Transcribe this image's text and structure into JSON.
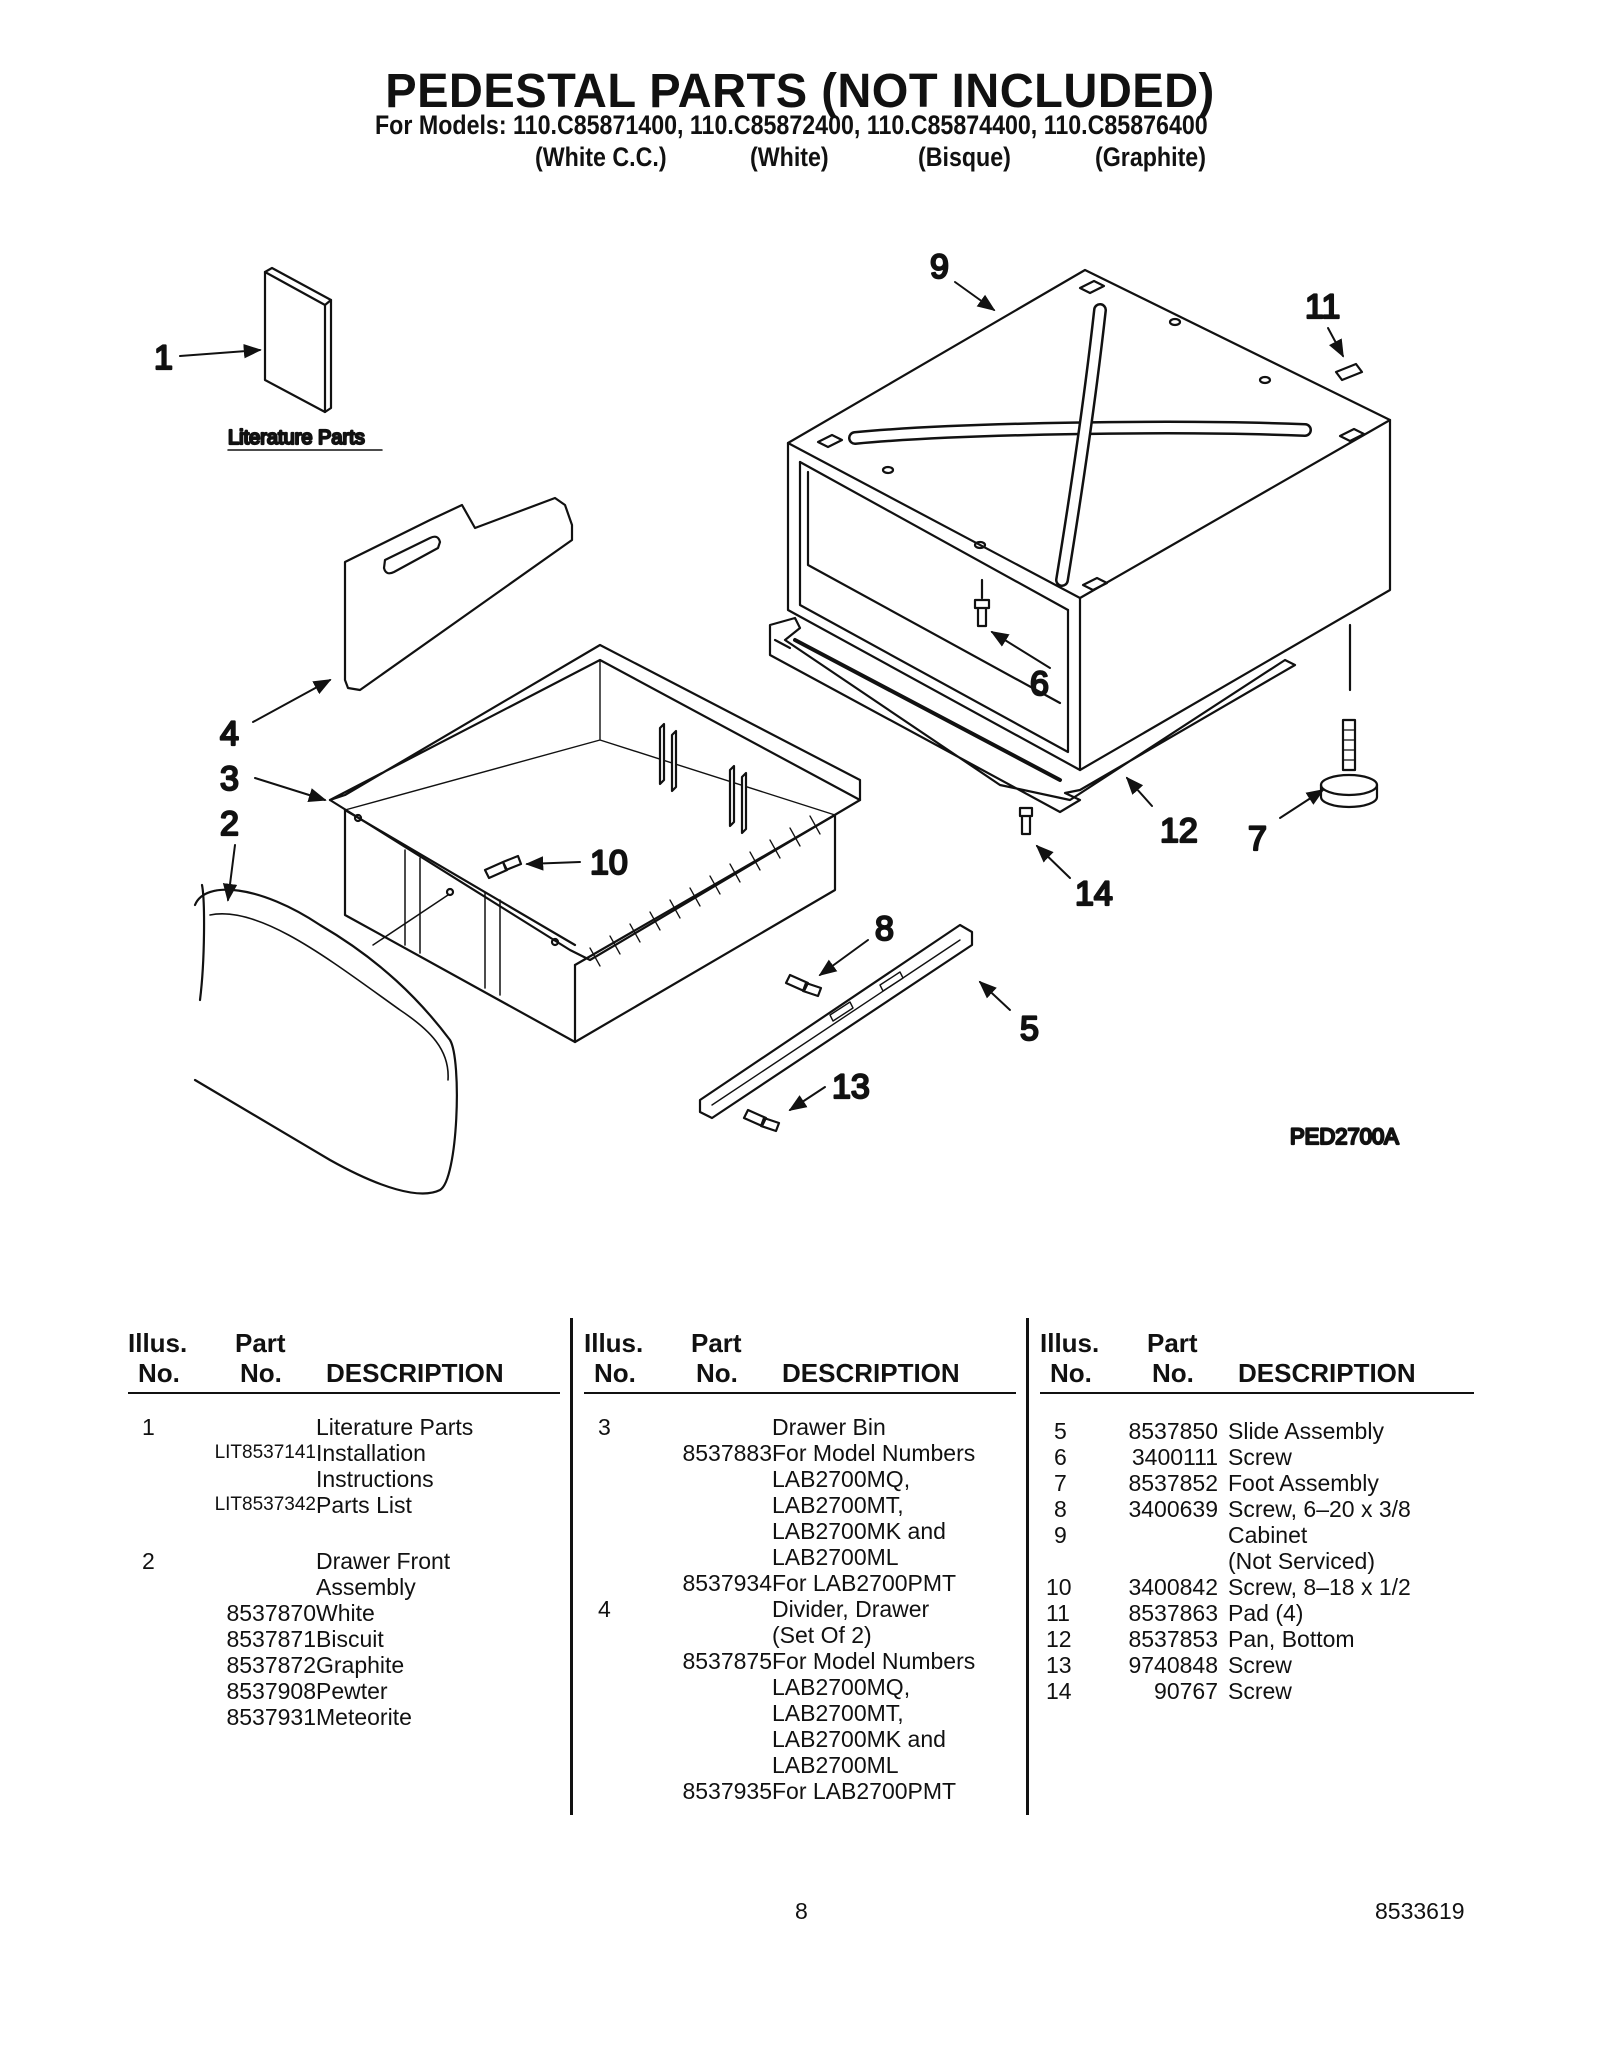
{
  "header": {
    "title": "PEDESTAL PARTS (NOT INCLUDED)",
    "models": "For Models: 110.C85871400, 110.C85872400, 110.C85874400, 110.C85876400",
    "variants": [
      "(White C.C.)",
      "(White)",
      "(Bisque)",
      "(Graphite)"
    ]
  },
  "diagram": {
    "callouts": [
      "1",
      "2",
      "3",
      "4",
      "5",
      "6",
      "7",
      "8",
      "9",
      "10",
      "11",
      "12",
      "13",
      "14"
    ],
    "literature_label": "Literature Parts",
    "figure_code": "PED2700A"
  },
  "table": {
    "headers": {
      "illus": [
        "Illus.",
        "No."
      ],
      "part": [
        "Part",
        "No."
      ],
      "desc": "DESCRIPTION"
    },
    "columns": [
      [
        [
          "1",
          "",
          "Literature Parts"
        ],
        [
          "",
          "LIT8537141",
          "Installation"
        ],
        [
          "",
          "",
          "Instructions"
        ],
        [
          "",
          "LIT8537342",
          "Parts List"
        ],
        [
          "2",
          "",
          "Drawer Front"
        ],
        [
          "",
          "",
          "Assembly"
        ],
        [
          "",
          "8537870",
          "White"
        ],
        [
          "",
          "8537871",
          "Biscuit"
        ],
        [
          "",
          "8537872",
          "Graphite"
        ],
        [
          "",
          "8537908",
          "Pewter"
        ],
        [
          "",
          "8537931",
          "Meteorite"
        ]
      ],
      [
        [
          "3",
          "",
          "Drawer Bin"
        ],
        [
          "",
          "8537883",
          "For Model Numbers"
        ],
        [
          "",
          "",
          "LAB2700MQ,"
        ],
        [
          "",
          "",
          "LAB2700MT,"
        ],
        [
          "",
          "",
          "LAB2700MK and"
        ],
        [
          "",
          "",
          "LAB2700ML"
        ],
        [
          "",
          "8537934",
          "For LAB2700PMT"
        ],
        [
          "4",
          "",
          "Divider, Drawer"
        ],
        [
          "",
          "",
          "(Set Of 2)"
        ],
        [
          "",
          "8537875",
          "For Model Numbers"
        ],
        [
          "",
          "",
          "LAB2700MQ,"
        ],
        [
          "",
          "",
          "LAB2700MT,"
        ],
        [
          "",
          "",
          "LAB2700MK and"
        ],
        [
          "",
          "",
          "LAB2700ML"
        ],
        [
          "",
          "8537935",
          "For LAB2700PMT"
        ]
      ],
      [
        [
          "5",
          "8537850",
          "Slide Assembly"
        ],
        [
          "6",
          "3400111",
          "Screw"
        ],
        [
          "7",
          "8537852",
          "Foot Assembly"
        ],
        [
          "8",
          "3400639",
          "Screw, 6–20 x 3/8"
        ],
        [
          "9",
          "",
          "Cabinet"
        ],
        [
          "",
          "",
          "(Not Serviced)"
        ],
        [
          "10",
          "3400842",
          "Screw, 8–18 x 1/2"
        ],
        [
          "11",
          "8537863",
          "Pad (4)"
        ],
        [
          "12",
          "8537853",
          "Pan, Bottom"
        ],
        [
          "13",
          "9740848",
          "Screw"
        ],
        [
          "14",
          "90767",
          "Screw"
        ]
      ]
    ]
  },
  "footer": {
    "page": "8",
    "doc_number": "8533619"
  }
}
